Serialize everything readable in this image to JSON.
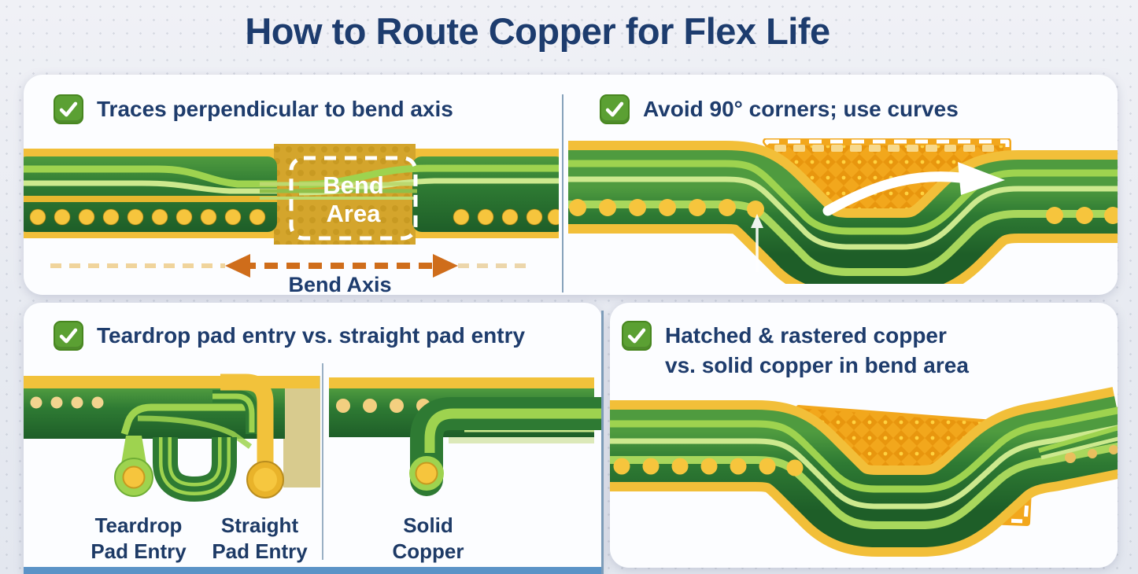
{
  "title": "How to Route Copper for Flex Life",
  "sections": {
    "perpendicular": {
      "heading": "Traces perpendicular to bend axis",
      "bend_area_line1": "Bend",
      "bend_area_line2": "Area",
      "bend_axis_label": "Bend Axis"
    },
    "corners": {
      "heading": "Avoid 90° corners; use curves"
    },
    "teardrop": {
      "heading": "Teardrop pad entry vs. straight pad entry",
      "captions": [
        {
          "line1": "Teardrop",
          "line2": "Pad Entry"
        },
        {
          "line1": "Straight",
          "line2": "Pad Entry"
        },
        {
          "line1": "Solid",
          "line2": "Copper"
        }
      ]
    },
    "hatched": {
      "heading_line1": "Hatched & rastered copper",
      "heading_line2": "vs. solid copper in bend area"
    }
  },
  "colors": {
    "title_navy": "#1d3c6e",
    "check_green": "#5ba033",
    "pcb_dark_green": "#2e7a33",
    "trace_light_green": "#9ed34f",
    "copper_yellow": "#f2c23b",
    "bend_gold": "#d4a52c",
    "hatch_orange": "#f2a71c",
    "bend_axis_orange": "#cf6d1b",
    "footer_blue": "#5b93c7"
  }
}
